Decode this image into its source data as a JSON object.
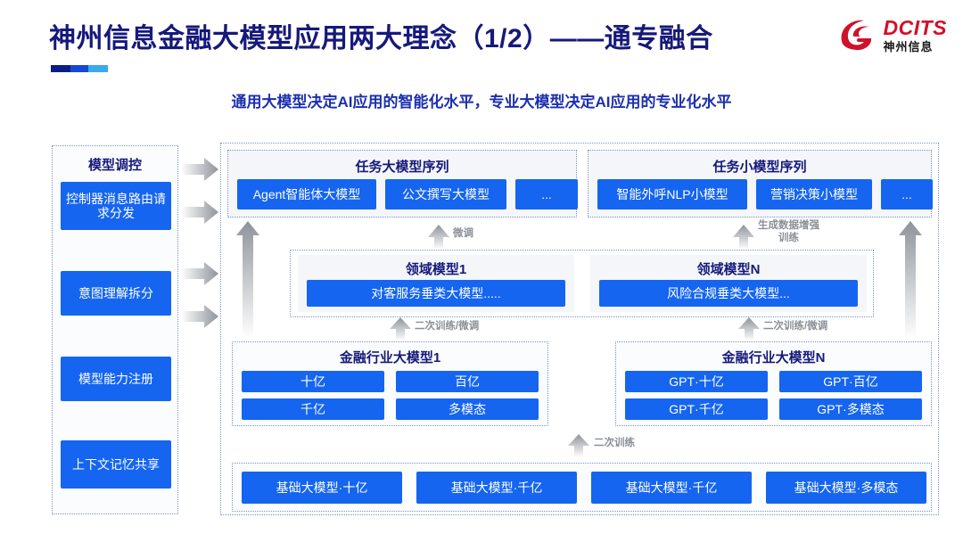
{
  "header": {
    "title": "神州信息金融大模型应用两大理念（1/2）——通专融合",
    "subtitle": "通用大模型决定AI应用的智能化水平，专业大模型决定AI应用的专业化水平",
    "logo_en": "DCITS",
    "logo_cn": "神州信息"
  },
  "control_panel": {
    "title": "模型调控",
    "items": [
      {
        "label": "控制器消息路由请求分发"
      },
      {
        "label": "意图理解拆分"
      },
      {
        "label": "模型能力注册"
      },
      {
        "label": "上下文记忆共享"
      }
    ]
  },
  "task_panels": [
    {
      "title": "任务大模型序列",
      "items": [
        "Agent智能体大模型",
        "公文撰写大模型",
        "..."
      ]
    },
    {
      "title": "任务小模型序列",
      "items": [
        "智能外呼NLP小模型",
        "营销决策小模型",
        "..."
      ]
    }
  ],
  "domain_panels": [
    {
      "title": "领域模型1",
      "item": "对客服务垂类大模型....."
    },
    {
      "title": "领域模型N",
      "item": "风险合规垂类大模型..."
    }
  ],
  "industry_panels": [
    {
      "title": "金融行业大模型1",
      "items": [
        "十亿",
        "百亿",
        "千亿",
        "多模态"
      ]
    },
    {
      "title": "金融行业大模型N",
      "items": [
        "GPT·十亿",
        "GPT·百亿",
        "GPT·千亿",
        "GPT·多模态"
      ]
    }
  ],
  "foundation": {
    "items": [
      "基础大模型·十亿",
      "基础大模型·千亿",
      "基础大模型·千亿",
      "基础大模型·多模态"
    ]
  },
  "arrow_labels": {
    "finetune": "微调",
    "data_aug_line1": "生成数据增强",
    "data_aug_line2": "训练",
    "retrain_finetune_left": "二次训练/微调",
    "retrain_finetune_right": "二次训练/微调",
    "retrain": "二次训练"
  },
  "colors": {
    "brand_blue": "#16197a",
    "box_blue": "#1565f0",
    "logo_red": "#d0112b",
    "arrow_gray": "#9aa0a6"
  }
}
